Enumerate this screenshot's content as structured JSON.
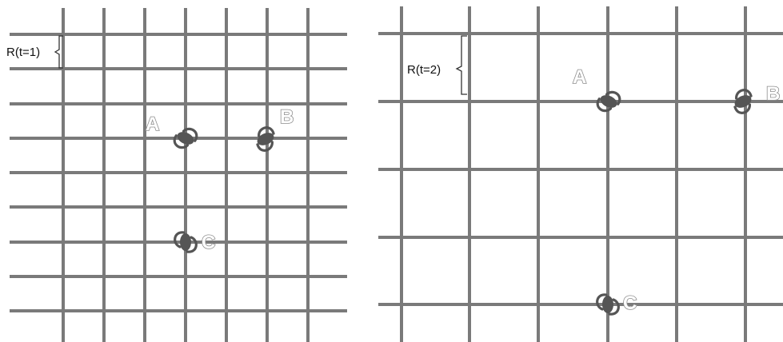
{
  "panels": [
    {
      "id": "panel-t1",
      "scale_label": "R(t=1)",
      "galaxies": [
        {
          "label": "A"
        },
        {
          "label": "B"
        },
        {
          "label": "C"
        }
      ]
    },
    {
      "id": "panel-t2",
      "scale_label": "R(t=2)",
      "galaxies": [
        {
          "label": "A"
        },
        {
          "label": "B"
        },
        {
          "label": "C"
        }
      ]
    }
  ],
  "colors": {
    "grid": "#7a7a7a",
    "galaxy": "#555555",
    "galaxy_label_outline": "#8d8d8d"
  },
  "icons": {
    "galaxy": "spiral-galaxy-icon"
  }
}
